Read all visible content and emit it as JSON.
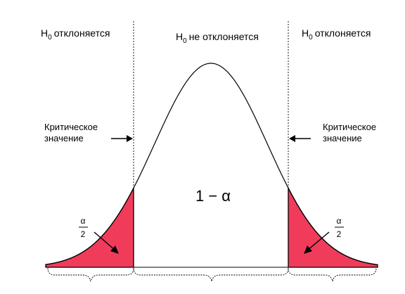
{
  "labels": {
    "left_region": {
      "subject": "H",
      "subscript": "0",
      "text": "отклоняется"
    },
    "center_region": {
      "subject": "H",
      "subscript": "0",
      "text": "не отклоняется"
    },
    "right_region": {
      "subject": "H",
      "subscript": "0",
      "text": "отклоняется"
    },
    "critical_left": {
      "line1": "Критическое",
      "line2": "значение"
    },
    "critical_right": {
      "line1": "Критическое",
      "line2": "значение"
    },
    "center_area": "1 − α",
    "left_tail": {
      "numerator": "α",
      "denominator": "2"
    },
    "right_tail": {
      "numerator": "α",
      "denominator": "2"
    }
  },
  "colors": {
    "tail_fill": "#f03c5a",
    "curve": "#000000",
    "boundary": "#000000"
  }
}
